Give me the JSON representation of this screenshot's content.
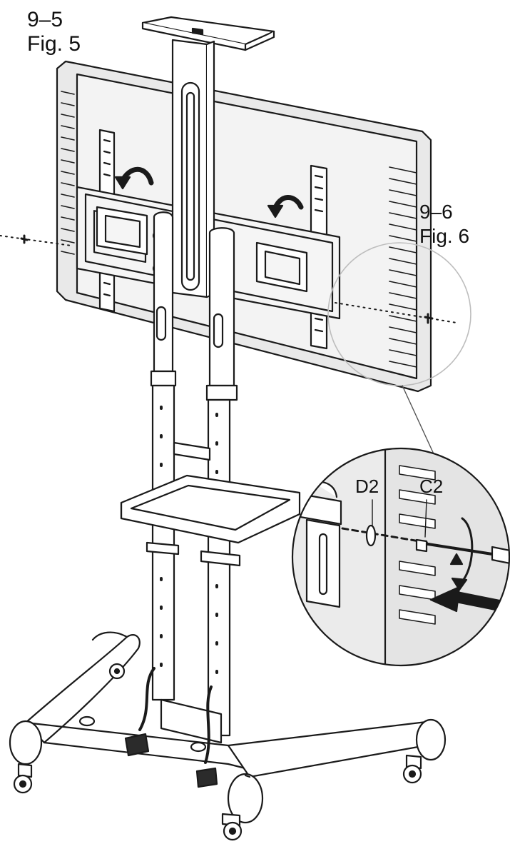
{
  "figure5": {
    "step": "9–5",
    "name": "Fig. 5"
  },
  "figure6": {
    "step": "9–6",
    "name": "Fig. 6"
  },
  "parts": {
    "d2": "D2",
    "c2": "C2"
  },
  "colors": {
    "line": "#1a1a1a",
    "screen_fill": "#e9e9e9",
    "panel_fill": "#f5f5f5",
    "wheel_fill": "#2b2b2b"
  }
}
